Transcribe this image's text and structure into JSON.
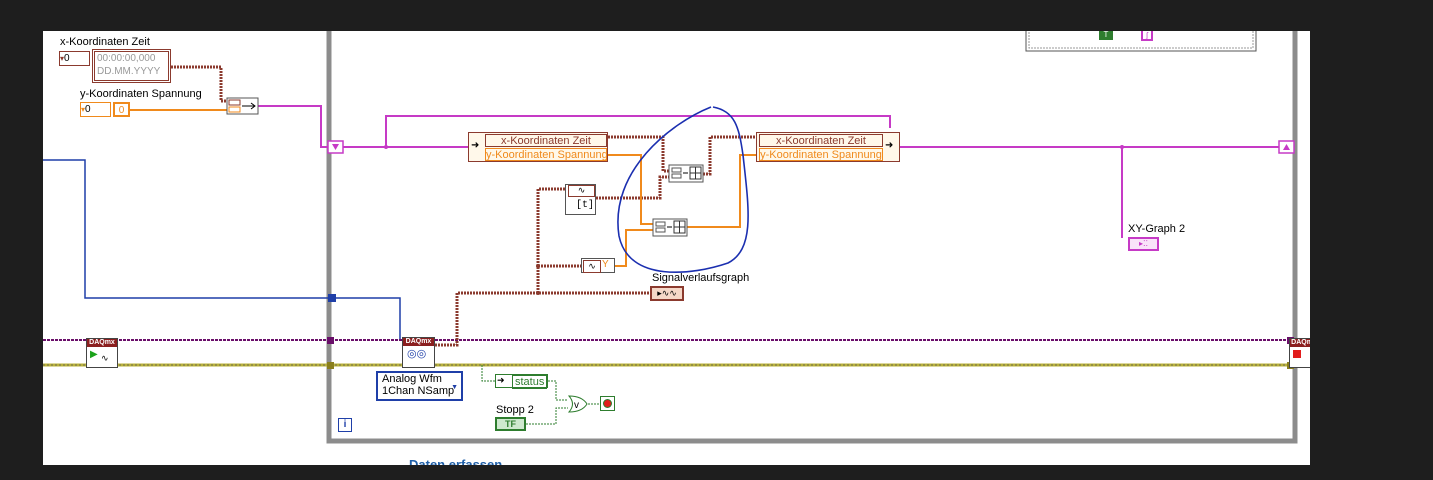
{
  "diagram": {
    "controls": {
      "x_time": {
        "label": "x-Koordinaten Zeit",
        "radix": "0",
        "timestamp_line1": "00:00:00,000",
        "timestamp_line2": "DD.MM.YYYY"
      },
      "y_voltage": {
        "label": "y-Koordinaten Spannung",
        "radix": "0",
        "value": "0"
      }
    },
    "shift_register_cluster_left": {
      "row1": "x-Koordinaten Zeit",
      "row2": "y-Koordinaten Spannung"
    },
    "shift_register_cluster_right": {
      "row1": "x-Koordinaten Zeit",
      "row2": "y-Koordinaten Spannung"
    },
    "xy_graph": {
      "label": "XY-Graph 2"
    },
    "waveform_graph": {
      "label": "Signalverlaufsgraph"
    },
    "daqmx": {
      "caption": "DAQmx",
      "read_mode_line1": "Analog Wfm",
      "read_mode_line2": "1Chan NSamp"
    },
    "status": {
      "label": "status"
    },
    "stop_button": {
      "label": "Stopp 2",
      "bool_text": "TF"
    },
    "waveform_component_t": "[t]",
    "waveform_component_y": "Y",
    "loop_iteration": "i",
    "frame_caption": "Daten erfassen",
    "top_bool": "T",
    "top_string": "ʃ"
  },
  "colors": {
    "background": "#1e1e1e",
    "diagram_bg": "#ffffff",
    "loop_border": "#8c8c8c",
    "wire_cluster": "#c63ac6",
    "wire_timestamp": "#8b3a2e",
    "wire_double": "#f08a1c",
    "wire_task": "#6a0f6a",
    "wire_error": "#b9b23a",
    "wire_ref": "#1f3fa8",
    "annotation": "#1b2fb0"
  }
}
